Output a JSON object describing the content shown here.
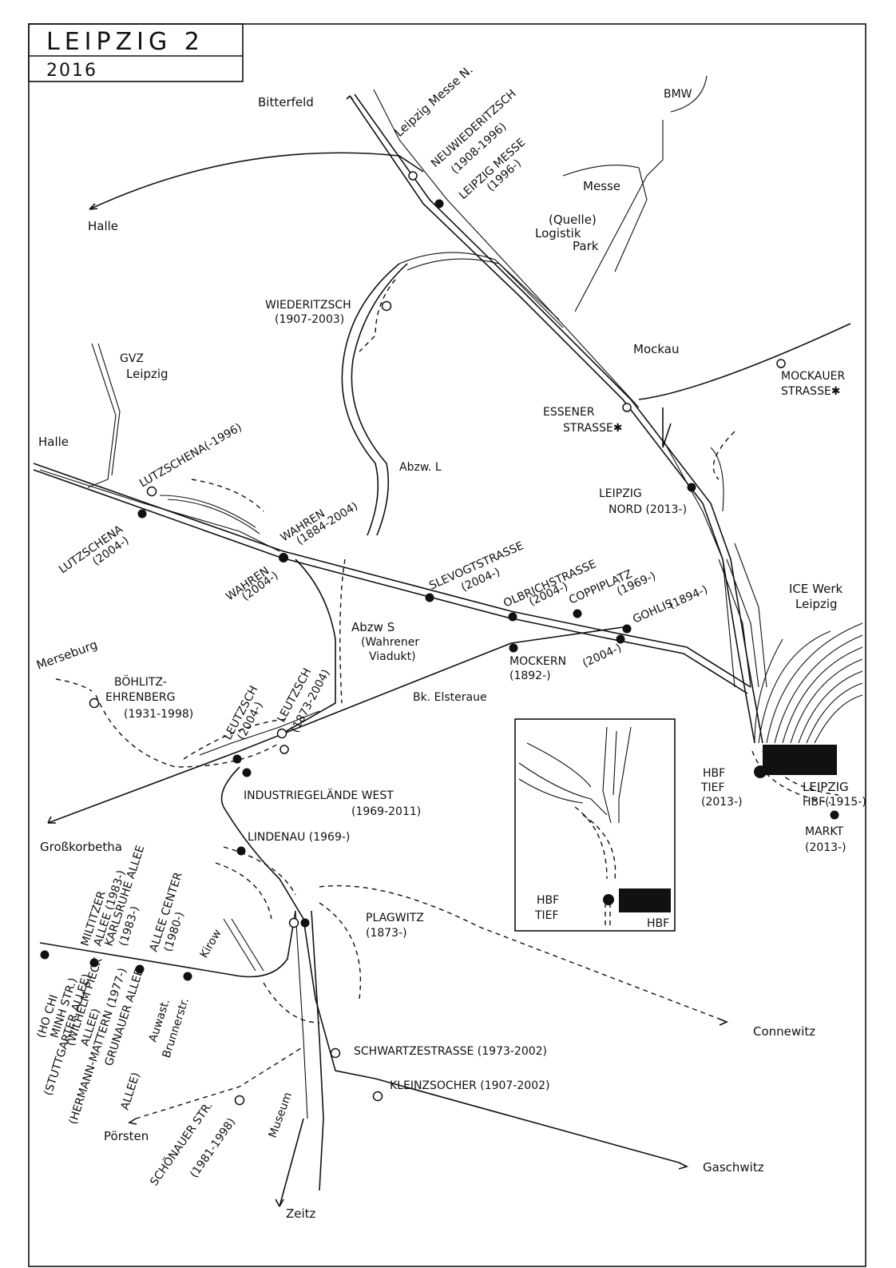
{
  "header": {
    "title": "LEIPZIG 2",
    "year": "2016"
  },
  "directions": {
    "bitterfeld": "Bitterfeld",
    "leipzig_messe_n": "Leipzig Messe N.",
    "halle_top": "Halle",
    "halle_left": "Halle",
    "merseburg": "Merseburg",
    "grosskorbetha": "Großkorbetha",
    "connewitz": "Connewitz",
    "gaschwitz": "Gaschwitz",
    "zeitz": "Zeitz",
    "porsten": "Pörsten"
  },
  "places": {
    "bmw": "BMW",
    "messe": "Messe",
    "quelle": "(Quelle)",
    "logistik": "Logistik",
    "park": "Park",
    "mockau": "Mockau",
    "gvz": "GVZ",
    "gvz_leipzig": "Leipzig",
    "ice_werk": "ICE Werk",
    "ice_werk_leipzig": "Leipzig",
    "abzw_l": "Abzw. L",
    "abzw_s": "Abzw S",
    "wahrener_viadukt_1": "(Wahrener",
    "wahrener_viadukt_2": "Viadukt)",
    "bk_elsteraue": "Bk. Elsteraue",
    "kirow": "Kirow",
    "museum": "Museum"
  },
  "stations": {
    "neuwiederitzsch": "NEUWIEDERITZSCH",
    "neuwiederitzsch_years": "(1908-1996)",
    "leipzig_messe": "LEIPZIG MESSE",
    "leipzig_messe_years": "(1996-)",
    "wiederitzsch": "WIEDERITZSCH",
    "wiederitzsch_years": "(1907-2003)",
    "mockauer_strasse_1": "MOCKAUER",
    "mockauer_strasse_2": "STRASSE✱",
    "essener_strasse_1": "ESSENER",
    "essener_strasse_2": "STRASSE✱",
    "leipzig_nord": "LEIPZIG",
    "leipzig_nord_2": "NORD (2013-)",
    "lutzschena_old": "LUTZSCHENA(-1996)",
    "lutzschena_new": "LUTZSCHENA",
    "lutzschena_new_years": "(2004-)",
    "wahren_old": "WAHREN",
    "wahren_old_years": "(1884-2004)",
    "wahren_new": "WAHREN",
    "wahren_new_years": "(2004-)",
    "slevogtstrasse": "SLEVOGTSTRASSE",
    "slevogtstrasse_years": "(2004-)",
    "olbrichstrasse": "OLBRICHSTRASSE",
    "olbrichstrasse_years": "(2004-)",
    "coppiplatz": "COPPIPLATZ",
    "coppiplatz_years": "(1969-)",
    "gohlis": "GOHLIS",
    "gohlis_years": "(1894-)",
    "gohlis_new_years": "(2004-)",
    "mockern": "MOCKERN",
    "mockern_years": "(1892-)",
    "bohlitz_1": "BÖHLITZ-",
    "bohlitz_2": "EHRENBERG",
    "bohlitz_years": "(1931-1998)",
    "leutzsch_new": "LEUTZSCH",
    "leutzsch_new_years": "(2004-)",
    "leutzsch_old": "LEUTZSCH",
    "leutzsch_old_years": "(1873-2004)",
    "industrie": "INDUSTRIEGELÄNDE WEST",
    "industrie_years": "(1969-2011)",
    "lindenau": "LINDENAU (1969-)",
    "plagwitz": "PLAGWITZ",
    "plagwitz_years": "(1873-)",
    "schwartzestrasse": "SCHWARTZESTRASSE (1973-2002)",
    "kleinzschocher": "KLEINZSOCHER (1907-2002)",
    "hbf_tief_1": "HBF",
    "hbf_tief_2": "TIEF",
    "hbf_tief_years": "(2013-)",
    "leipzig_hbf": "LEIPZIG",
    "leipzig_hbf_2": "HBF(1915-)",
    "markt": "MARKT",
    "markt_years": "(2013-)",
    "miltitzer_1": "MILTITZER",
    "miltitzer_2": "ALLEE (1983-)",
    "karlsruhe_1": "KARLSRUHE ALLEE",
    "karlsruhe_2": "(1983-)",
    "allee_center_1": "ALLEE CENTER",
    "allee_center_2": "(1980-)",
    "hochi_1": "(HO CHI",
    "hochi_2": "MINH STR.)",
    "wpieck_1": "(WILHELM PIECK",
    "wpieck_2": "ALLEE)",
    "stuttgarter": "(STUTTGARTER ALLEE)",
    "grunauer_1": "GRUNAUER ALLEE",
    "grunauer_2": "(HERMANN-MATTERN (1977-)",
    "grunauer_3": "ALLEE)",
    "auwast_1": "Auwast.",
    "auwast_2": "Brunnerstr.",
    "schonauer_1": "SCHÖNAUER STR.",
    "schonauer_2": "(1981-1998)"
  },
  "inset": {
    "hbf_tief_1": "HBF",
    "hbf_tief_2": "TIEF",
    "hbf": "HBF"
  }
}
